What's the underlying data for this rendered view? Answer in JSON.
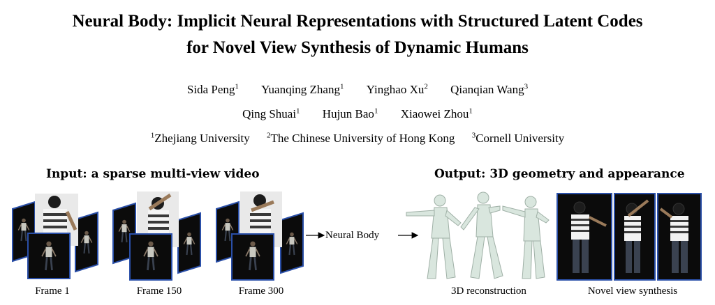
{
  "title": {
    "line1": "Neural Body: Implicit Neural Representations with Structured Latent Codes",
    "line2": "for Novel View Synthesis of Dynamic Humans"
  },
  "authors_row1": [
    {
      "name": "Sida Peng",
      "sup": "1"
    },
    {
      "name": "Yuanqing Zhang",
      "sup": "1"
    },
    {
      "name": "Yinghao Xu",
      "sup": "2"
    },
    {
      "name": "Qianqian Wang",
      "sup": "3"
    }
  ],
  "authors_row2": [
    {
      "name": "Qing Shuai",
      "sup": "1"
    },
    {
      "name": "Hujun Bao",
      "sup": "1"
    },
    {
      "name": "Xiaowei Zhou",
      "sup": "1"
    }
  ],
  "affiliations": [
    {
      "sup": "1",
      "name": "Zhejiang University"
    },
    {
      "sup": "2",
      "name": "The Chinese University of Hong Kong"
    },
    {
      "sup": "3",
      "name": "Cornell University"
    }
  ],
  "figure": {
    "input_heading": "Input: a sparse multi-view video",
    "output_heading": "Output: 3D geometry and appearance",
    "frames": [
      "Frame 1",
      "Frame 150",
      "Frame 300"
    ],
    "method_label": "Neural Body",
    "output_labels": [
      "3D reconstruction",
      "Novel view synthesis"
    ],
    "colors": {
      "panel_border": "#2a4fa8",
      "panel_bg": "#0b0b0b",
      "mesh": "#d9e6de"
    }
  }
}
